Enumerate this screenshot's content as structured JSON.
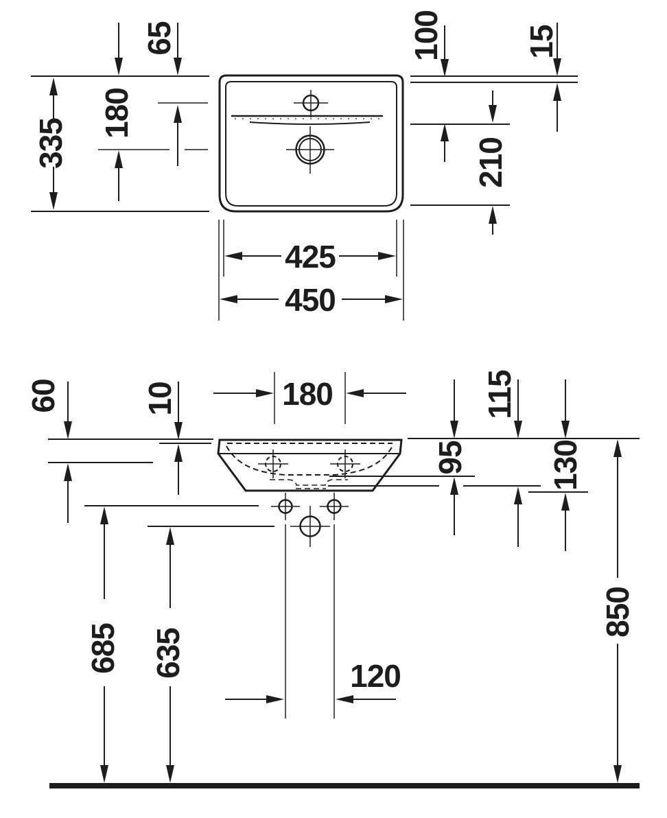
{
  "drawing_kind": "washbasin technical dimension drawing, plan view and front view",
  "colors": {
    "ink": "#1d1d1b",
    "paper": "#ffffff"
  },
  "views": {
    "top": {
      "name": "washbasin plan view",
      "dims": {
        "overall_depth": "335",
        "rim_to_drain": "180",
        "rim_to_faucet": "65",
        "back_ledge": "100",
        "rim_lip": "15",
        "bowl_depth": "210",
        "inner_width": "425",
        "overall_width": "450"
      }
    },
    "front": {
      "name": "washbasin front view",
      "dims": {
        "rim_band": "60",
        "rim_step": "10",
        "rear_hole_spacing": "180",
        "rim_to_outlet": "115",
        "rim_to_bowl_bottom": "95",
        "body_height": "130",
        "fixing_holes_to_floor": "685",
        "outlet_to_floor": "635",
        "rim_to_floor": "850",
        "fixing_hole_spacing": "120"
      }
    }
  }
}
